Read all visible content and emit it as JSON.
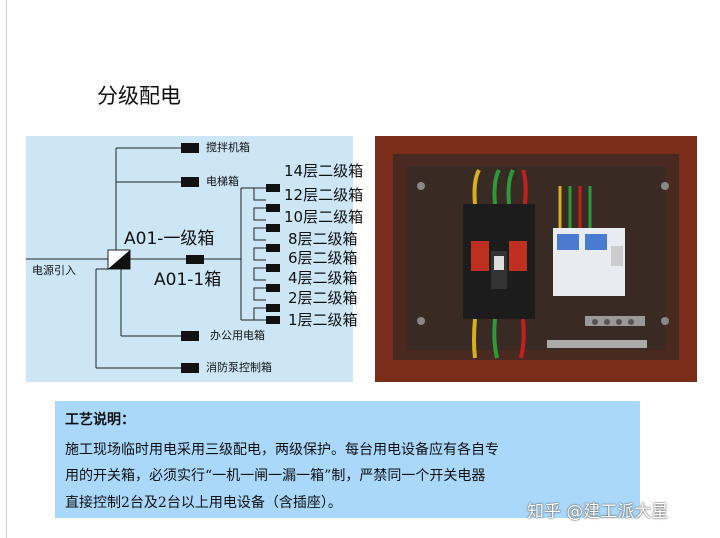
{
  "title": "分级配电",
  "diagram": {
    "power_in": "电源引入",
    "main_box": "A01-一级箱",
    "sub_box": "A01-1箱",
    "branches": [
      "搅拌机箱",
      "电梯箱",
      "办公用电箱",
      "消防泵控制箱"
    ],
    "floors": [
      "14层二级箱",
      "12层二级箱",
      "10层二级箱",
      "8层二级箱",
      "6层二级箱",
      "4层二级箱",
      "2层二级箱",
      "1层二级箱"
    ]
  },
  "note": {
    "title": "工艺说明：",
    "lines": [
      "施工现场临时用电采用三级配电，两级保护。每台用电设备应有各自专",
      "用的开关箱，必须实行“一机一闸一漏一箱”制，严禁同一个开关电器",
      "直接控制2台及2台以上用电设备（含插座）。"
    ]
  },
  "watermark": "知乎 @建工派大星"
}
